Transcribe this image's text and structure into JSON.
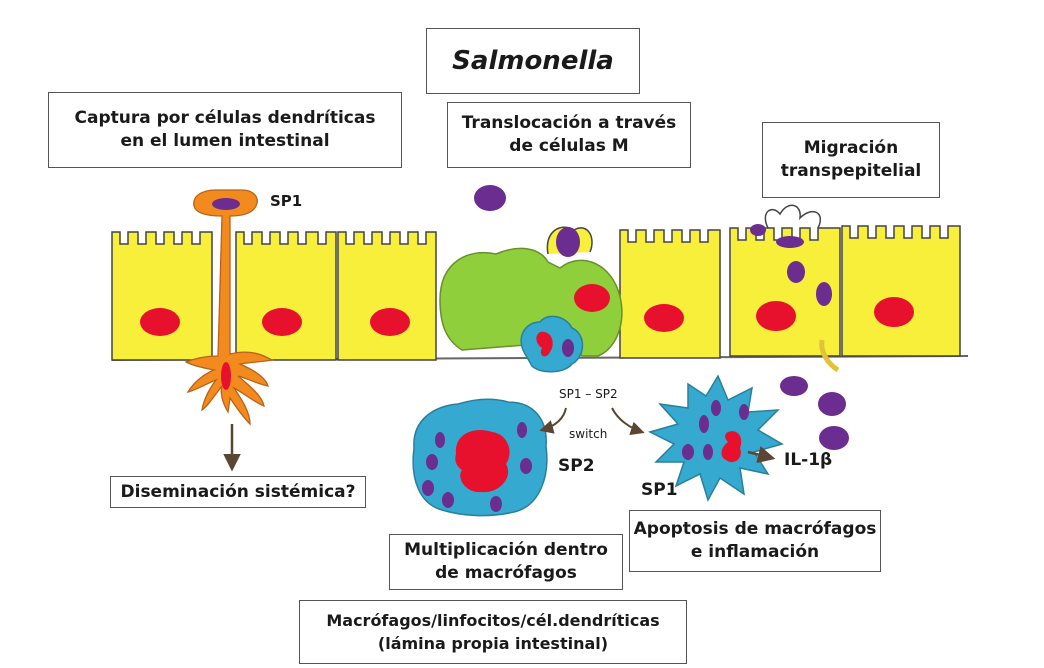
{
  "title": "Salmonella",
  "boxes": {
    "dendritic_capture": "Captura por células dendríticas\nen el lumen intestinal",
    "m_cells": "Translocación a través\nde células M",
    "migration": "Migración\ntranspepitelial",
    "systemic": "Diseminación sistémica?",
    "multiplication": "Multiplicación dentro\nde macrófagos",
    "apoptosis": "Apoptosis de macrófagos\ne inflamación",
    "lamina": "Macrófagos/linfocitos/cél.dendríticas\n(lámina propia intestinal)"
  },
  "labels": {
    "sp1_top": "SP1",
    "sp1_sp2": "SP1 – SP2",
    "switch": "switch",
    "sp2": "SP2",
    "sp1_bottom": "SP1",
    "il1b": "IL-1β"
  },
  "colors": {
    "enterocyte": "#f7ef3a",
    "nucleus": "#e8112d",
    "m_cell": "#90cf3c",
    "bacteria": "#6b2d8f",
    "dendritic": "#f28a1e",
    "macrophage": "#35a9cf",
    "outline": "#444444"
  }
}
